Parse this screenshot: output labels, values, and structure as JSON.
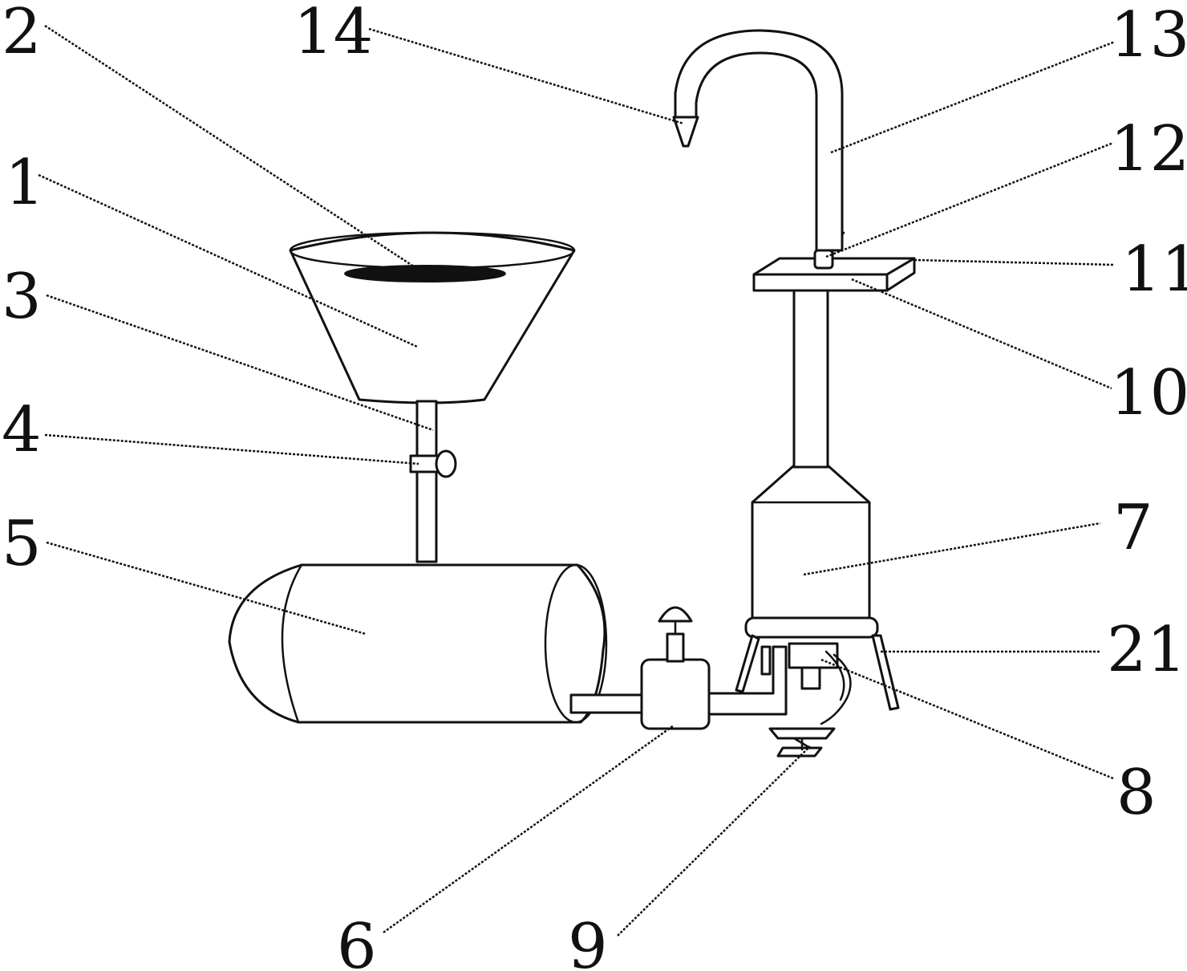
{
  "labels": {
    "l1": "1",
    "l2": "2",
    "l3": "3",
    "l4": "4",
    "l5": "5",
    "l6": "6",
    "l7": "7",
    "l8": "8",
    "l9": "9",
    "l10": "10",
    "l11": "11",
    "l12": "12",
    "l13": "13",
    "l14": "14",
    "l21": "21"
  },
  "colors": {
    "stroke": "#111111",
    "background": "#ffffff"
  }
}
